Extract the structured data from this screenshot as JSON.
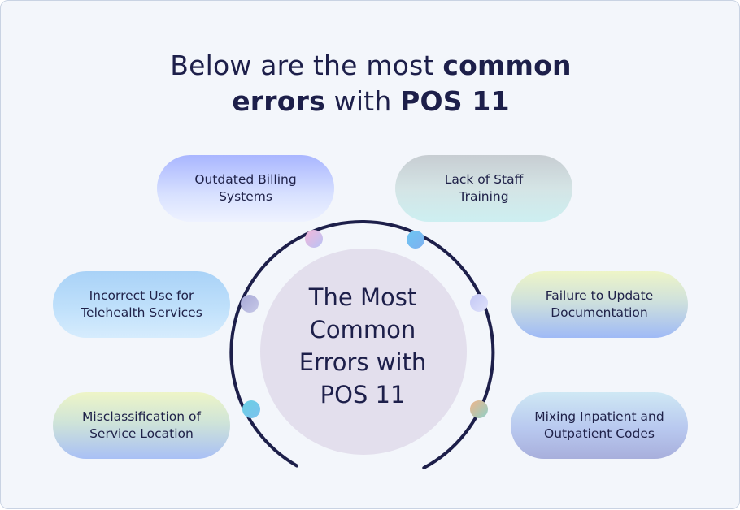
{
  "heading": {
    "line1_regular": "Below are the most ",
    "line1_bold": "common",
    "line2_bold_a": "errors",
    "line2_regular": " with ",
    "line2_bold_b": "POS 11"
  },
  "center": {
    "lines": [
      "The Most",
      "Common",
      "Errors with",
      "POS 11"
    ]
  },
  "items": [
    {
      "lines": [
        "Outdated Billing",
        "Systems"
      ]
    },
    {
      "lines": [
        "Lack of Staff",
        "Training"
      ]
    },
    {
      "lines": [
        "Incorrect Use for",
        "Telehealth Services"
      ]
    },
    {
      "lines": [
        "Failure to Update",
        "Documentation"
      ]
    },
    {
      "lines": [
        "Misclassification of",
        "Service Location"
      ]
    },
    {
      "lines": [
        "Mixing Inpatient and",
        "Outpatient Codes"
      ]
    }
  ],
  "colors": {
    "heading_text": "#1d1f4a",
    "ring": "#1d1f4a",
    "center_circle": "#e3dfed",
    "background": "#f3f6fb"
  }
}
